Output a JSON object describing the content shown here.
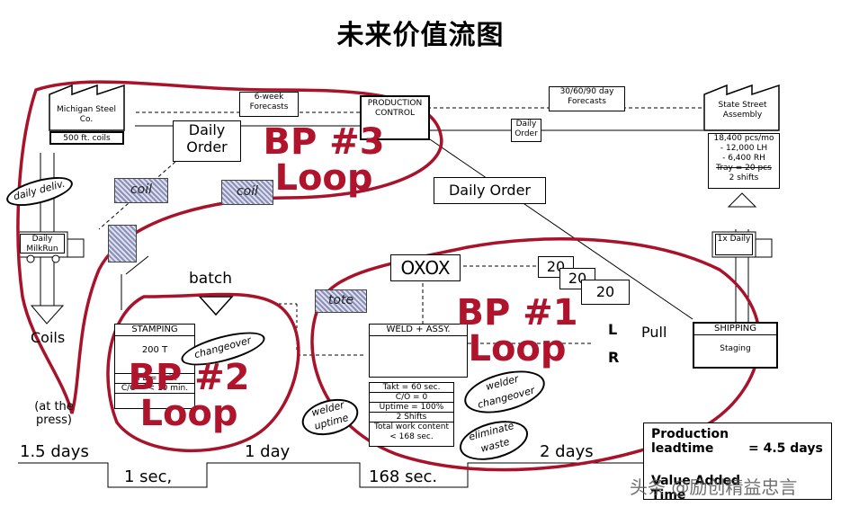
{
  "title": "未来价值流图",
  "supplier": {
    "name": "Michigan Steel Co.",
    "coils": "500 ft. coils"
  },
  "customer": {
    "name": "State Street Assembly",
    "data": [
      "18,400 pcs/mo",
      "- 12,000 LH",
      "- 6,400 RH",
      "Tray = 20 pcs",
      "2 shifts"
    ]
  },
  "control": {
    "name": "PRODUCTION CONTROL"
  },
  "forecasts": {
    "supplier": "6-week Forecasts",
    "customer": "30/60/90 day Forecasts",
    "daily_order_customer": "Daily Order",
    "daily_order_supplier": "Daily Order",
    "daily_order_main": "Daily Order"
  },
  "shipping": {
    "daily_deliv": "daily deliv.",
    "milk_run": "Daily MilkRun",
    "to_customer": "1x Daily"
  },
  "kanban": {
    "coil1": "coil",
    "coil2": "coil",
    "tote": "tote",
    "batch": "batch",
    "oxox": "OXOX",
    "k1": "20",
    "k2": "20",
    "k3": "20",
    "pull": "Pull",
    "L": "L",
    "R": "R"
  },
  "inventory": {
    "coils": "Coils",
    "coils_note": "(at the press)"
  },
  "processes": {
    "stamping": {
      "name": "STAMPING",
      "tonnage": "200 T",
      "data": [
        "EPE = shift",
        "C/O = < 10 min."
      ]
    },
    "weld": {
      "name": "WELD + ASSY.",
      "data": [
        "Takt = 60 sec.",
        "C/O = 0",
        "Uptime = 100%",
        "2 Shifts",
        "Total work content < 168 sec."
      ]
    },
    "shipping": {
      "name": "SHIPPING",
      "sub": "Staging"
    }
  },
  "kaizen": {
    "changeover": "changeover",
    "welder_uptime": "welder uptime",
    "welder_changeover": "welder changeover",
    "eliminate_waste": "eliminate waste"
  },
  "loops": {
    "bp1_a": "BP #1",
    "bp1_b": "Loop",
    "bp2_a": "BP #2",
    "bp2_b": "Loop",
    "bp3_a": "BP #3",
    "bp3_b": "Loop"
  },
  "timeline": {
    "t1": "1.5 days",
    "t2": "1 day",
    "t3": "2 days",
    "p1": "1 sec,",
    "p2": "168 sec."
  },
  "summary": {
    "lead_label": "Production leadtime",
    "lead_value": "= 4.5 days",
    "va_label": "Value Added Time"
  },
  "watermark": "头条 @励创精益忠言"
}
